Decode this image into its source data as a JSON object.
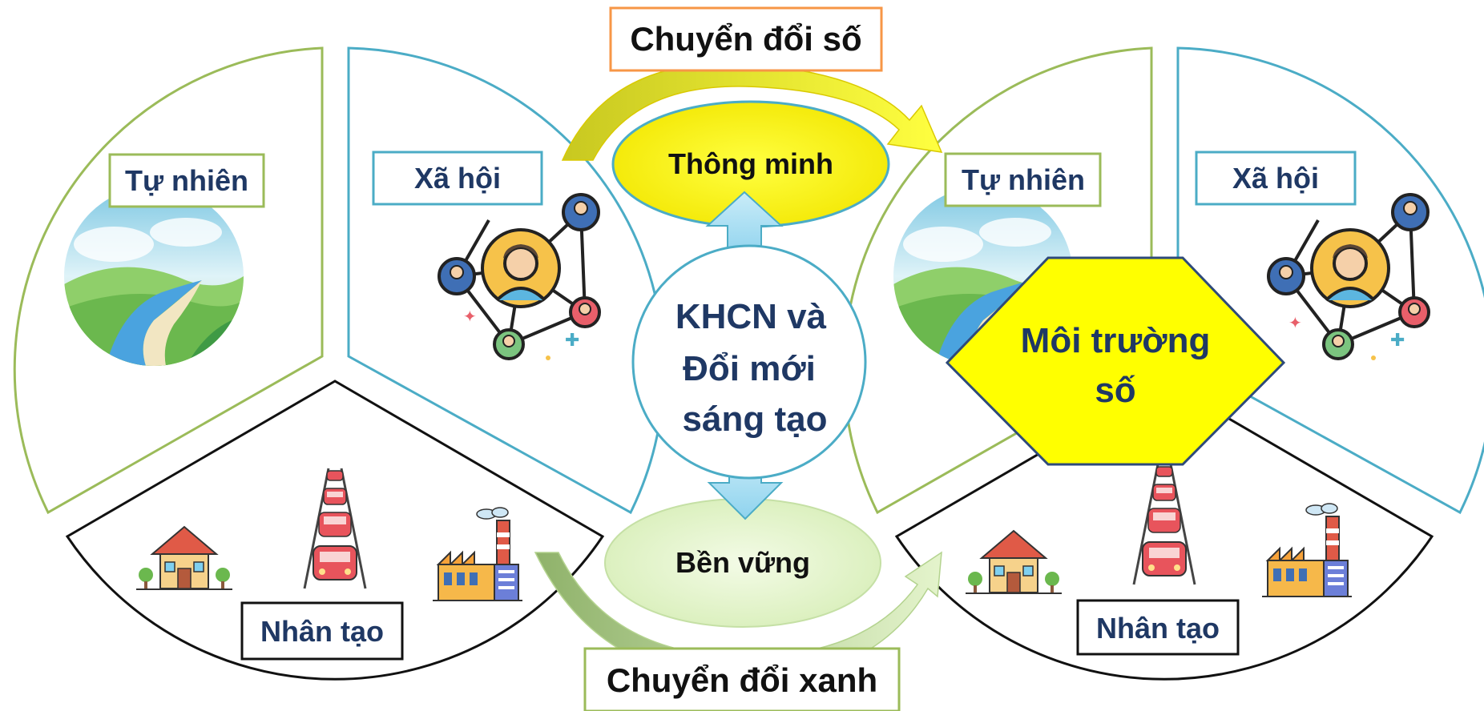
{
  "top_transition": "Chuyển đổi số",
  "bottom_transition": "Chuyển đổi xanh",
  "center": {
    "core_line1": "KHCN và",
    "core_line2": "Đổi mới",
    "core_line3": "sáng tạo",
    "top_goal": "Thông minh",
    "bottom_goal": "Bền vững"
  },
  "left_circle": {
    "nature": "Tự nhiên",
    "society": "Xã hội",
    "artificial": "Nhân tạo"
  },
  "right_circle": {
    "nature": "Tự nhiên",
    "society": "Xã hội",
    "artificial": "Nhân tạo",
    "digital_env_line1": "Môi trường",
    "digital_env_line2": "số"
  },
  "colors": {
    "green_outline": "#9bbb59",
    "blue_outline": "#4bacc6",
    "orange_box": "#f79646",
    "hexagon_fill": "#ffff00",
    "label_text": "#1f3864"
  }
}
